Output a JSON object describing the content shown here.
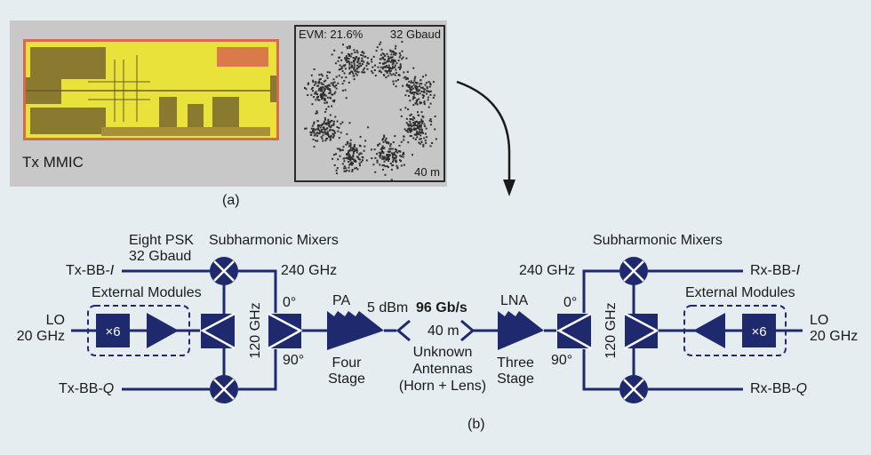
{
  "panel_a": {
    "caption": "(a)",
    "chip_label": "Tx MMIC",
    "constellation": {
      "evm": "EVM: 21.6%",
      "baud": "32 Gbaud",
      "distance": "40 m",
      "symbols": 8
    }
  },
  "panel_b": {
    "caption": "(b)",
    "tx": {
      "modulation_line1": "Eight PSK",
      "modulation_line2": "32 Gbaud",
      "mixers_label": "Subharmonic Mixers",
      "bb_i": "Tx-BB-",
      "bb_i_italic": "I",
      "bb_q": "Tx-BB-",
      "bb_q_italic": "Q",
      "external_modules": "External Modules",
      "lo_line1": "LO",
      "lo_line2": "20 GHz",
      "multiplier": "×6",
      "lo_freq_mid": "120 GHz",
      "rf_freq": "240 GHz",
      "phase_0": "0°",
      "phase_90": "90°",
      "pa_label": "PA",
      "pa_stage_line1": "Four",
      "pa_stage_line2": "Stage",
      "output_power": "5 dBm"
    },
    "link": {
      "data_rate": "96 Gb/s",
      "distance": "40 m",
      "antenna_line1": "Unknown",
      "antenna_line2": "Antennas",
      "antenna_line3": "(Horn + Lens)"
    },
    "rx": {
      "lna_label": "LNA",
      "lna_stage_line1": "Three",
      "lna_stage_line2": "Stage",
      "phase_0": "0°",
      "phase_90": "90°",
      "rf_freq": "240 GHz",
      "mixers_label": "Subharmonic Mixers",
      "lo_freq_mid": "120 GHz",
      "bb_i": "Rx-BB-",
      "bb_i_italic": "I",
      "bb_q": "Rx-BB-",
      "bb_q_italic": "Q",
      "external_modules": "External Modules",
      "multiplier": "×6",
      "lo_line1": "LO",
      "lo_line2": "20 GHz"
    }
  },
  "colors": {
    "background": "#e6edf0",
    "block": "#1f2a6e",
    "panel_gray": "#c8c8c8",
    "chip_yellow": "#e8e23a"
  }
}
